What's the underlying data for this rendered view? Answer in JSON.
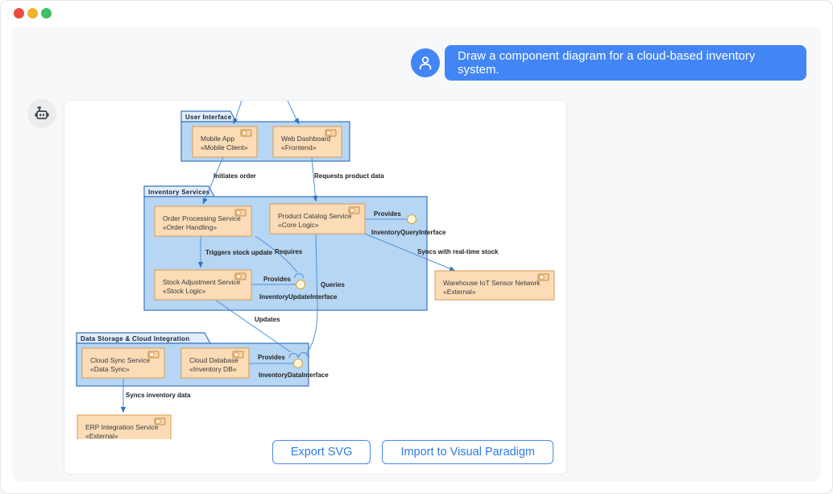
{
  "chat": {
    "user_message": "Draw a component diagram for a cloud-based inventory system."
  },
  "diagram": {
    "type": "uml-component-diagram",
    "packages": [
      {
        "name": "User Interface"
      },
      {
        "name": "Inventory Services"
      },
      {
        "name": "Data Storage & Cloud Integration"
      }
    ],
    "components": [
      {
        "name": "Mobile App",
        "stereotype": "«Mobile Client»",
        "package": "User Interface"
      },
      {
        "name": "Web Dashboard",
        "stereotype": "«Frontend»",
        "package": "User Interface"
      },
      {
        "name": "Order Processing Service",
        "stereotype": "«Order Handling»",
        "package": "Inventory Services"
      },
      {
        "name": "Product Catalog Service",
        "stereotype": "«Core Logic»",
        "package": "Inventory Services"
      },
      {
        "name": "Stock Adjustment Service",
        "stereotype": "«Stock Logic»",
        "package": "Inventory Services"
      },
      {
        "name": "Warehouse IoT Sensor Network",
        "stereotype": "«External»",
        "package": null
      },
      {
        "name": "Cloud Sync Service",
        "stereotype": "«Data Sync»",
        "package": "Data Storage & Cloud Integration"
      },
      {
        "name": "Cloud Database",
        "stereotype": "«Inventory DB»",
        "package": "Data Storage & Cloud Integration"
      },
      {
        "name": "ERP Integration Service",
        "stereotype": "«External»",
        "package": null
      }
    ],
    "edges": {
      "initiates_order": "Initiates order",
      "requests_product_data": "Requests product data",
      "triggers_stock_update": "Triggers stock update",
      "requires": "Requires",
      "queries": "Queries",
      "syncs_with_realtime_stock": "Syncs with real-time stock",
      "updates": "Updates",
      "syncs_inventory_data": "Syncs inventory data",
      "provides": "Provides"
    },
    "interfaces": {
      "query": "InventoryQueryInterface",
      "update": "InventoryUpdateInterface",
      "data": "InventoryDataInterface"
    }
  },
  "actions": {
    "export_svg": "Export SVG",
    "import_visual_paradigm": "Import to Visual Paradigm"
  },
  "colors": {
    "accent_blue": "#4285F4",
    "edge_blue": "#4E90D6",
    "package_fill": "#B7D6F3",
    "package_border": "#3B74BC",
    "component_fill": "#FBDCB7",
    "component_border": "#DA9B55",
    "interface_fill": "#FDF7D8",
    "traffic_red": "#ED4B42",
    "traffic_yellow": "#EDB32E",
    "traffic_green": "#3FBF63"
  }
}
